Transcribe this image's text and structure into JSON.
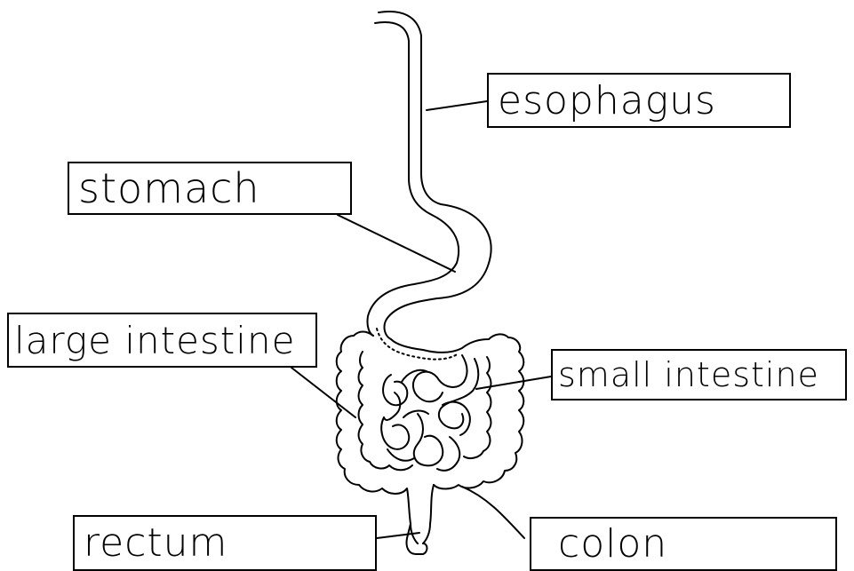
{
  "labels": {
    "esophagus": "esophagus",
    "stomach": "stomach",
    "large_intestine": "large intestine",
    "small_intestine": "small intestine",
    "rectum": "rectum",
    "colon": "colon"
  }
}
